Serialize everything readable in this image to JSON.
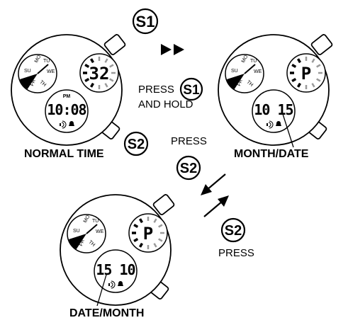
{
  "buttons": {
    "s1": "S1",
    "s2": "S2"
  },
  "instructions": {
    "press_line1": "PRESS",
    "and_hold": "AND HOLD",
    "press": "PRESS"
  },
  "modes": {
    "normal_time": "NORMAL TIME",
    "month_date": "MONTH/DATE",
    "date_month": "DATE/MONTH"
  },
  "watch_normal": {
    "subdial_value": "32",
    "ampm": "PM",
    "time": "10:08"
  },
  "watch_month_date": {
    "subdial_value": "P",
    "display": "10 15"
  },
  "watch_date_month": {
    "subdial_value": "P",
    "display": "15 10"
  },
  "day_ring": [
    "SU",
    "MO",
    "TU",
    "WE",
    "TH",
    "FR",
    "SA"
  ],
  "day_selected": "SA",
  "indicator_icons": [
    "sound-icon",
    "bell-icon"
  ],
  "colors": {
    "ink": "#000000",
    "paper": "#ffffff",
    "dim_text": "#9a9a9a"
  }
}
